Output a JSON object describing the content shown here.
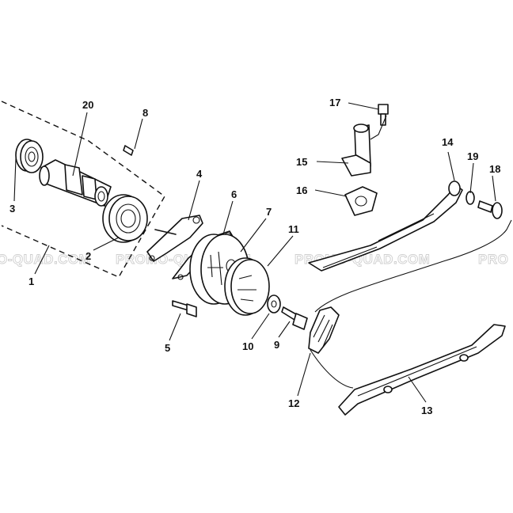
{
  "watermarks": [
    "O-QUAD.COM",
    "PROMO-QUAD.COM",
    "PROMO-QUAD.COM",
    "PRO"
  ],
  "callouts": {
    "c1": "1",
    "c2": "2",
    "c3": "3",
    "c4": "4",
    "c5": "5",
    "c6": "6",
    "c7": "7",
    "c8": "8",
    "c9": "9",
    "c10": "10",
    "c11": "11",
    "c12": "12",
    "c13": "13",
    "c14": "14",
    "c15": "15",
    "c16": "16",
    "c17": "17",
    "c18": "18",
    "c19": "19",
    "c20": "20"
  }
}
